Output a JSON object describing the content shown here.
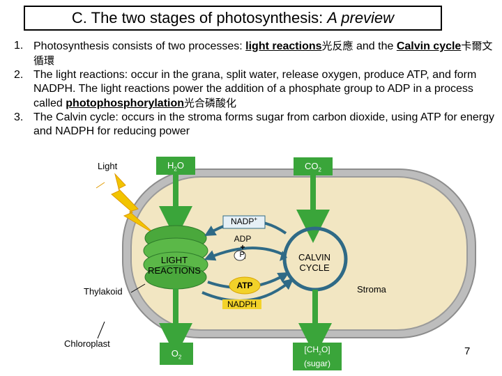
{
  "title": {
    "main": "C. The two stages of photosynthesis:",
    "italic": "A preview"
  },
  "points": [
    {
      "num": "1.",
      "t1": "Photosynthesis consists of two processes:",
      "u1": "light reactions",
      "c1": "光反應",
      "t2": "and the",
      "u2": "Calvin cycle",
      "c2": "卡爾文循環"
    },
    {
      "num": "2.",
      "text": "The light reactions: occur in the grana, split water, release oxygen, produce ATP, and form NADPH. The light reactions power the addition of a phosphate group to ADP in a process called",
      "u": "photophosphorylation",
      "c": "光合磷酸化"
    },
    {
      "num": "3.",
      "text": "The Calvin cycle: occurs in the stroma forms sugar from carbon dioxide, using ATP for energy and NADPH for reducing power"
    }
  ],
  "diagram": {
    "light": "Light",
    "h2o": {
      "base": "H",
      "sub": "2",
      "rest": "O"
    },
    "co2": {
      "base": "CO",
      "sub": "2"
    },
    "nadp_plus": {
      "base": "NADP",
      "sup": "+"
    },
    "adp": "ADP",
    "plus": "+",
    "pi": {
      "base": "P",
      "sub": "i"
    },
    "light_reactions": [
      "LIGHT",
      "REACTIONS"
    ],
    "calvin_cycle": [
      "CALVIN",
      "CYCLE"
    ],
    "atp": "ATP",
    "nadph": "NADPH",
    "thylakoid": "Thylakoid",
    "stroma": "Stroma",
    "chloroplast": "Chloroplast",
    "o2": {
      "base": "O",
      "sub": "2"
    },
    "sugar": {
      "l1a": "[CH",
      "l1sub": "2",
      "l1b": "O]",
      "l2": "(sugar)"
    }
  },
  "slide_number": "7",
  "colors": {
    "membrane": "#8c8c8c",
    "stroma": "#f2e6c2",
    "thylakoid": "#5bb848",
    "arrow_green": "#3aa53a",
    "arrow_blue": "#2f6a86",
    "atp_yellow": "#f2d22a",
    "bolt": "#f2c400"
  }
}
